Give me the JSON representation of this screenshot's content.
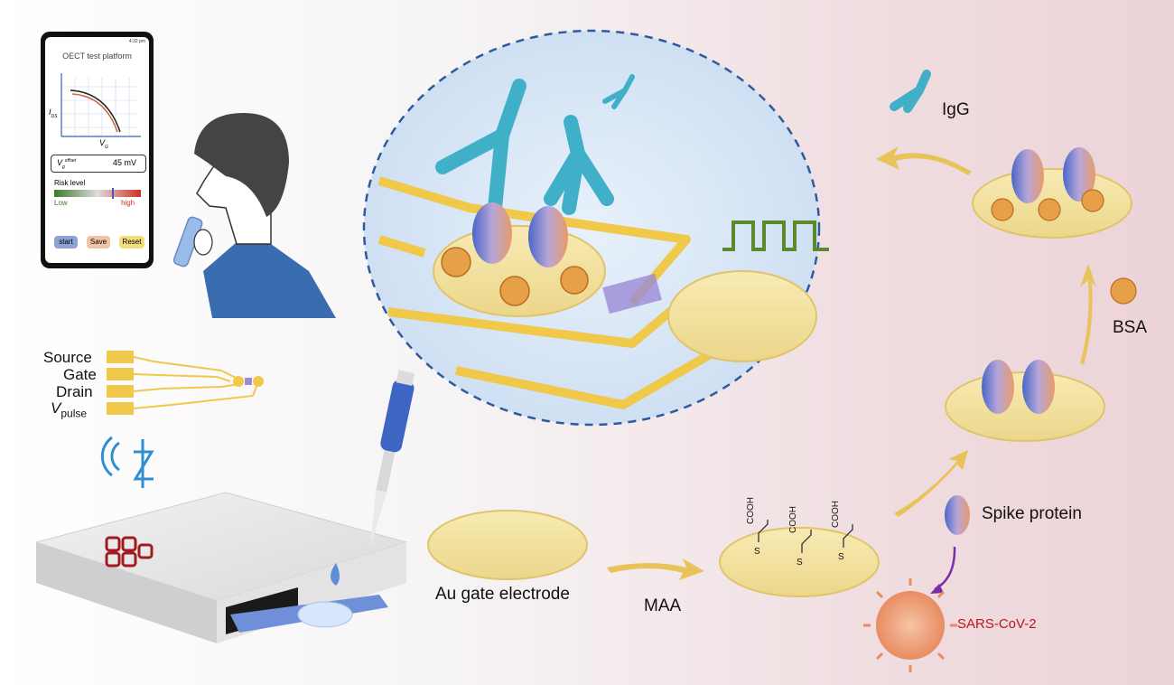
{
  "phone": {
    "status_time": "4:32 pm",
    "title": "OECT test platform",
    "y_axis_label": "I",
    "y_axis_sub": "DS",
    "x_axis_label": "V",
    "x_axis_sub": "G",
    "offset_label": "V",
    "offset_sub": "g",
    "offset_sup": "offset",
    "offset_value": "45 mV",
    "risk_title": "Risk level",
    "risk_low": "Low",
    "risk_high": "high",
    "buttons": {
      "start": "start",
      "save": "Save",
      "reset": "Reset"
    },
    "colors": {
      "start": "#8fa2d6",
      "save": "#f2c4a6",
      "reset": "#f3dc7a"
    }
  },
  "chip_labels": {
    "source": "Source",
    "gate": "Gate",
    "drain": "Drain",
    "vpulse_v": "V",
    "vpulse_sub": "pulse"
  },
  "labels": {
    "au_gate": "Au gate electrode",
    "maa": "MAA",
    "cooh": "COOH",
    "s": "S",
    "spike": "Spike protein",
    "sars": "SARS-CoV-2",
    "bsa": "BSA",
    "igg": "IgG"
  },
  "colors": {
    "gold": "#f3e3a0",
    "trace": "#f0c84a",
    "arrow": "#e8c35a",
    "antibody": "#3fb0c8",
    "virus": "#f0a07a",
    "sars_text": "#c0141c",
    "dashed": "#2e5a9e",
    "pulse": "#5a8a2c"
  }
}
